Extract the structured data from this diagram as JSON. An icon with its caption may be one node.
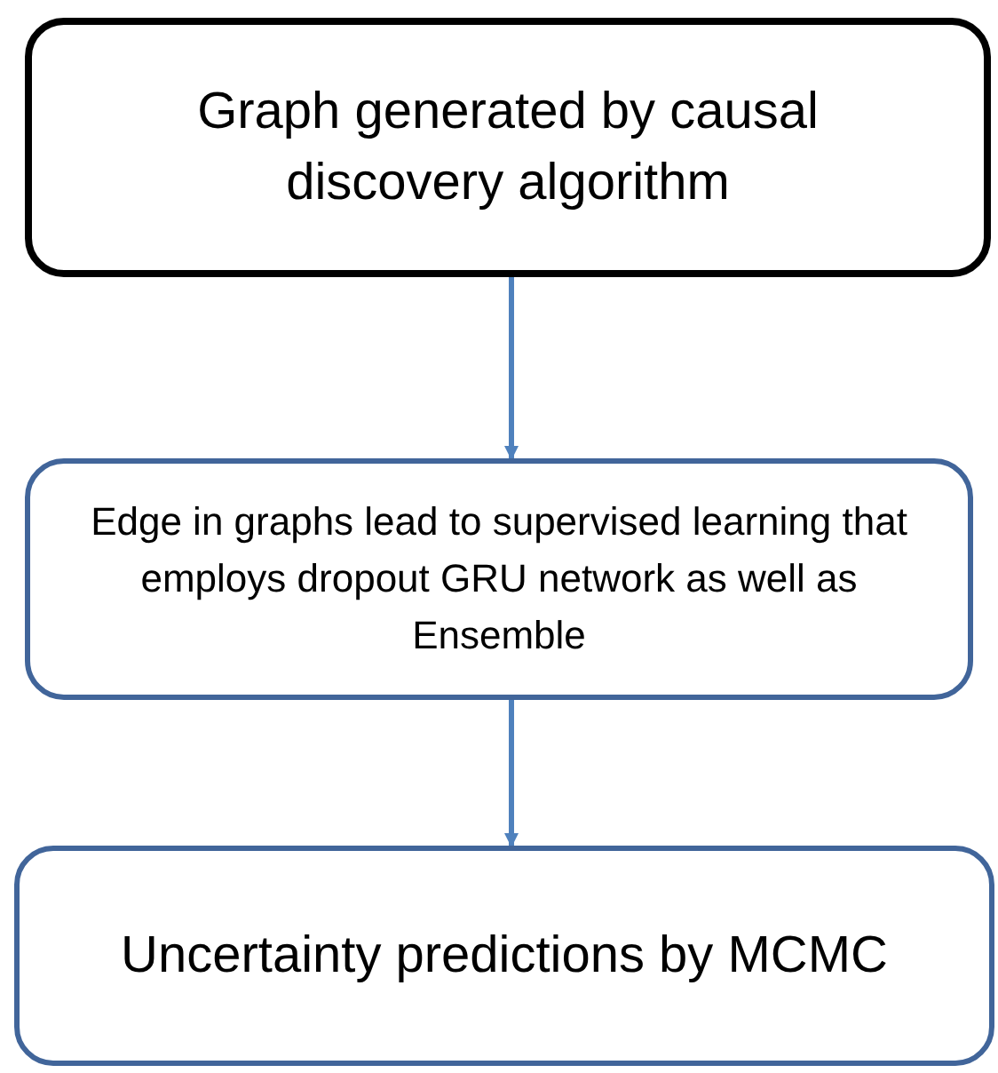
{
  "diagram": {
    "nodes": [
      {
        "text": [
          "Graph generated by causal discovery algorithm"
        ]
      },
      {
        "text": [
          "Edge in graphs lead to supervised learning that employs dropout GRU network  as well as Ensemble"
        ]
      },
      {
        "text": [
          "Uncertainty predictions by MCMC"
        ]
      }
    ],
    "edges": [
      {
        "from": 0,
        "to": 1,
        "arrow": "to"
      },
      {
        "from": 1,
        "to": 2,
        "arrow": "to"
      }
    ]
  }
}
